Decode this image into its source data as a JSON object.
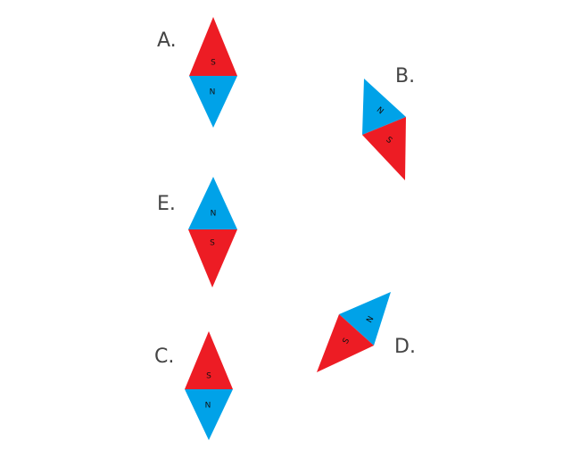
{
  "colors": {
    "north": "#00A2E8",
    "south": "#ED1C24"
  },
  "compasses": [
    {
      "label": "A.",
      "north": "N",
      "south": "S"
    },
    {
      "label": "B.",
      "north": "N",
      "south": "S"
    },
    {
      "label": "E.",
      "north": "N",
      "south": "S"
    },
    {
      "label": "C.",
      "north": "N",
      "south": "S"
    },
    {
      "label": "D.",
      "north": "N",
      "south": "S"
    }
  ]
}
